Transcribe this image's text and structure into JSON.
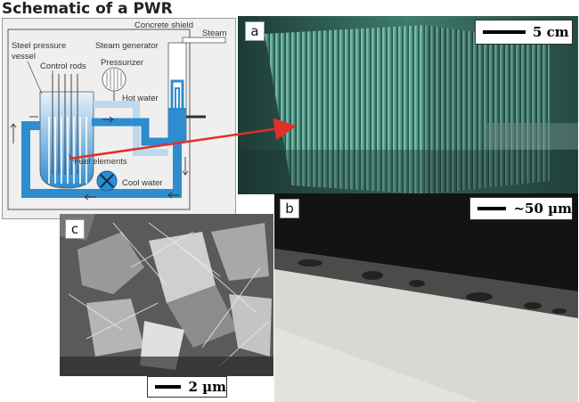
{
  "figure": {
    "title": "Schematic of a PWR",
    "schematic": {
      "labels": {
        "concrete_shield": "Concrete shield",
        "steam": "Steam",
        "steel_pressure_vessel_line1": "Steel pressure",
        "steel_pressure_vessel_line2": "vessel",
        "steam_generator": "Steam generator",
        "control_rods": "Control rods",
        "pressurizer": "Pressurizer",
        "hot_water": "Hot water",
        "fuel_elements": "Fuel elements",
        "cool_water": "Cool water"
      },
      "colors": {
        "coolant": "#2e8ccf",
        "coolant_light": "#bcd9ef",
        "pointer_arrow": "#e0302a",
        "background": "#efefef"
      }
    },
    "panels": {
      "a": {
        "letter": "a",
        "scale_label": "5 cm"
      },
      "b": {
        "letter": "b",
        "scale_label": "~50 µm"
      },
      "c": {
        "letter": "c",
        "scale_label": "2 µm"
      }
    }
  }
}
